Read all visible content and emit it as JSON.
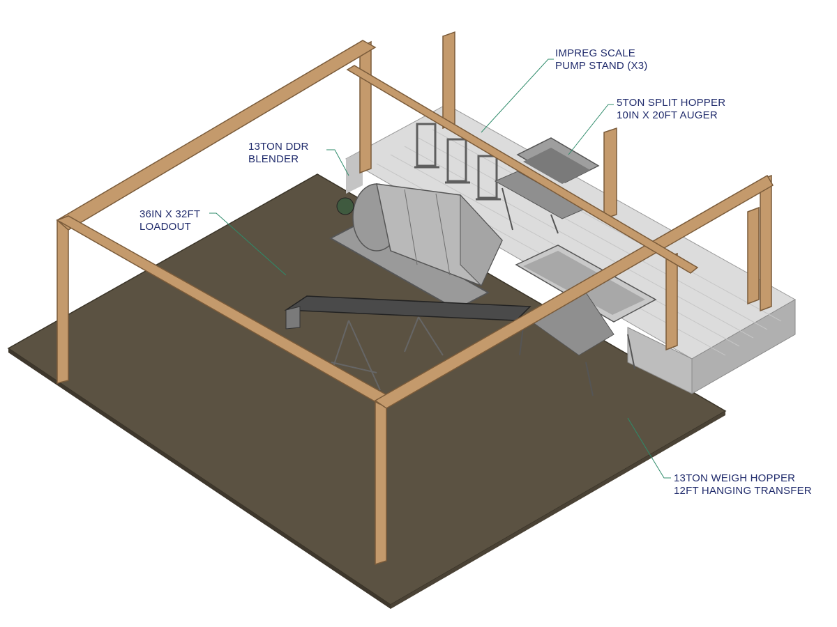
{
  "callouts": {
    "impreg": {
      "line1": "IMPREG SCALE",
      "line2": "PUMP STAND (X3)"
    },
    "split_hopper": {
      "line1": "5TON SPLIT HOPPER",
      "line2": "10IN X 20FT AUGER"
    },
    "blender": {
      "line1": "13TON DDR",
      "line2": "BLENDER"
    },
    "loadout": {
      "line1": "36IN X 32FT",
      "line2": "LOADOUT"
    },
    "weigh_hopper": {
      "line1": "13TON WEIGH HOPPER",
      "line2": "12FT HANGING TRANSFER"
    }
  },
  "colors": {
    "floor": "#5b5242",
    "platform": "#d7d7d7",
    "platform_side": "#a9a9a9",
    "timber": "#c49a6c",
    "timber_dark": "#8a6a46",
    "steel": "#8c8c8c",
    "leader_line": "#2e8b6a",
    "label_text": "#1f2a6b"
  }
}
